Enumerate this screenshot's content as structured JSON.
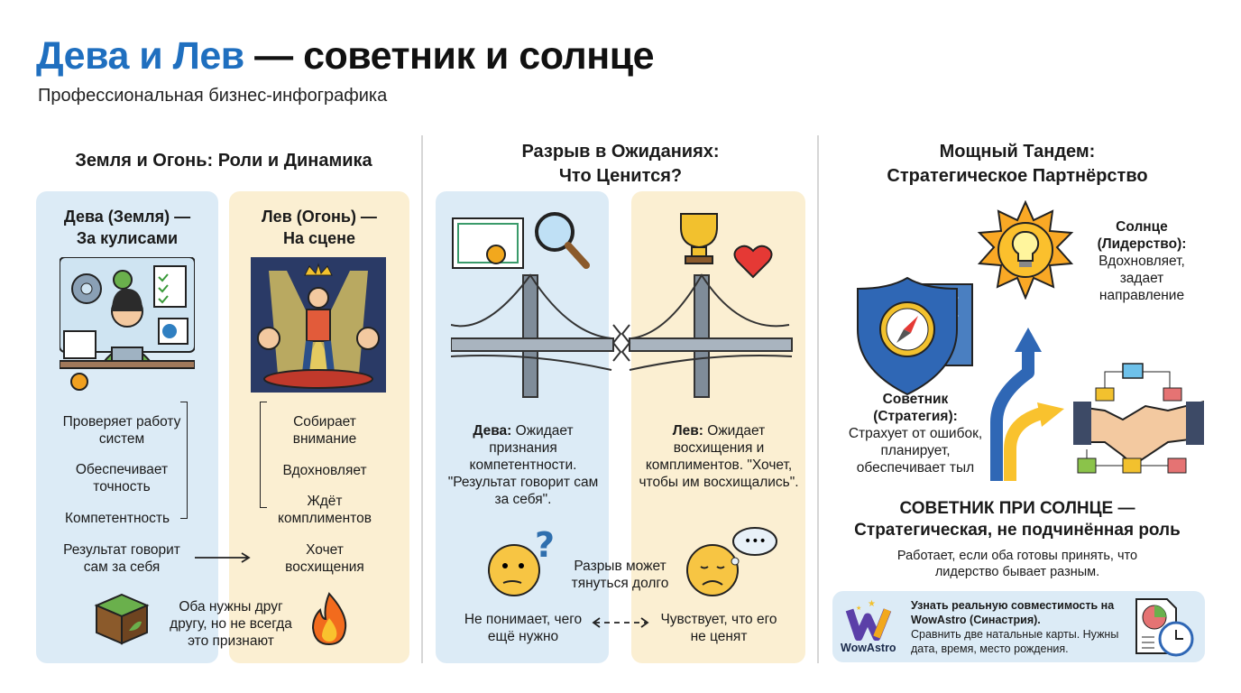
{
  "header": {
    "title_accent": "Дева и Лев",
    "title_rest": " — советник и солнце",
    "subtitle": "Профессиональная бизнес-инфографика"
  },
  "section1": {
    "heading": "Земля и Огонь: Роли и Динамика",
    "virgo": {
      "title1": "Дева (Земля) —",
      "title2": "За кулисами",
      "items": [
        "Проверяет работу систем",
        "Обеспечивает точность",
        "Компетентность"
      ],
      "result": "Результат говорит сам за себя"
    },
    "leo": {
      "title1": "Лев (Огонь) —",
      "title2": "На сцене",
      "items": [
        "Собирает внимание",
        "Вдохновляет",
        "Ждёт комплиментов"
      ],
      "result": "Хочет восхищения"
    },
    "footer": "Оба нужны друг другу, но не всегда это признают"
  },
  "section2": {
    "heading1": "Разрыв в Ожиданиях:",
    "heading2": "Что Ценится?",
    "virgo": {
      "name": "Дева:",
      "text": " Ожидает признания компетентности. \"Результат говорит сам за себя\".",
      "feeling": "Не понимает, чего ещё нужно"
    },
    "leo": {
      "name": "Лев:",
      "text": " Ожидает восхищения и комплиментов. \"Хочет, чтобы им восхищались\".",
      "feeling": "Чувствует, что его не ценят"
    },
    "gap": "Разрыв может тянуться долго"
  },
  "section3": {
    "heading1": "Мощный Тандем:",
    "heading2": "Стратегическое Партнёрство",
    "sun": {
      "title": "Солнце (Лидерство):",
      "text": "Вдохновляет, задает направление"
    },
    "advisor": {
      "title": "Советник (Стратегия):",
      "text": "Страхует от ошибок, планирует, обеспечивает тыл"
    },
    "motto1": "СОВЕТНИК ПРИ СОЛНЦЕ —",
    "motto2": "Стратегическая, не подчинённая роль",
    "note": "Работает, если оба готовы принять, что лидерство бывает разным."
  },
  "promo": {
    "brand": "WowAstro",
    "line1": "Узнать реальную совместимость на WowAstro (Синастрия).",
    "line2": "Сравнить две натальные карты. Нужны дата, время, место рождения."
  },
  "colors": {
    "accent": "#1f6fbf",
    "blue_panel": "#dcebf6",
    "yellow_panel": "#fbefd2"
  }
}
